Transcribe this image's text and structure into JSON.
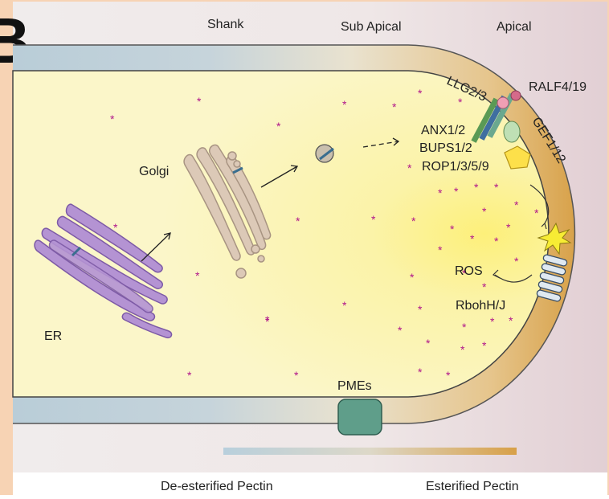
{
  "panel_letter": "B",
  "regions": {
    "shank": "Shank",
    "sub_apical": "Sub Apical",
    "apical": "Apical"
  },
  "labels": {
    "er": "ER",
    "golgi": "Golgi",
    "pmes": "PMEs",
    "llg": "LLG2/3",
    "ralf": "RALF4/19",
    "anx": "ANX1/2",
    "bups": "BUPS1/2",
    "gef": "GEF1/12",
    "rop": "ROP1/3/5/9",
    "ros": "ROS",
    "rboh": "RbohH/J"
  },
  "gradient_legend": {
    "left": "De-esterified Pectin",
    "right": "Esterified Pectin"
  },
  "colors": {
    "background": "#f7d3b4",
    "cytoplasm": "#fbf6c6",
    "cell_wall_shank": "#b9cdd8",
    "cell_wall_apex": "#d7a74f",
    "er": "#b493d3",
    "golgi": "#dcc9b7",
    "pectin_star": "#b0168a",
    "pme": "#5f9e8a"
  }
}
